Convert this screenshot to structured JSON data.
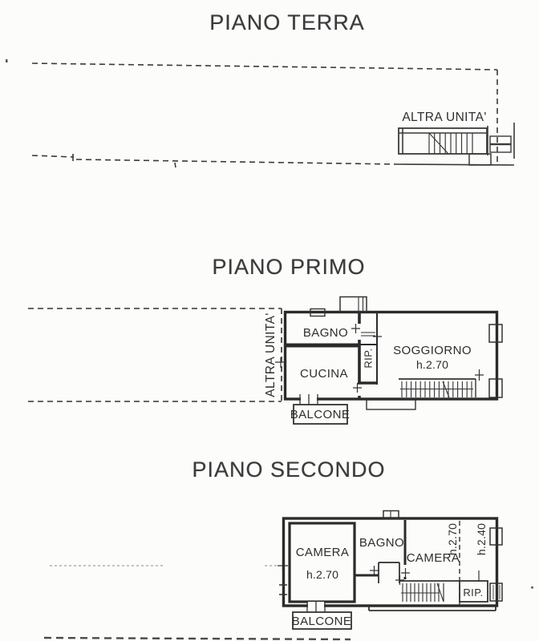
{
  "document": {
    "kind": "scanned floor plan drawing"
  },
  "floors": [
    {
      "id": "piano-terra",
      "title": "PIANO TERRA",
      "labels": {
        "altra_unita": "ALTRA UNITA'"
      }
    },
    {
      "id": "piano-primo",
      "title": "PIANO PRIMO",
      "labels": {
        "altra_unita": "ALTRA UNITA'",
        "bagno": "BAGNO",
        "cucina": "CUCINA",
        "rip": "RIP.",
        "soggiorno": "SOGGIORNO",
        "soggiorno_height": "h.2.70",
        "balcone": "BALCONE"
      }
    },
    {
      "id": "piano-secondo",
      "title": "PIANO SECONDO",
      "labels": {
        "camera1": "CAMERA",
        "camera1_height": "h.2.70",
        "bagno": "BAGNO",
        "camera2": "CAMERA",
        "camera2_height": "h.2.70",
        "camera2_height_low": "h.2.40",
        "rip": "RIP.",
        "balcone": "BALCONE"
      }
    }
  ],
  "colors": {
    "paper": "#fcfcfb",
    "ink": "#2e2e2e",
    "wall": "#2b2b2b",
    "faint_line": "#8a8a8a"
  }
}
